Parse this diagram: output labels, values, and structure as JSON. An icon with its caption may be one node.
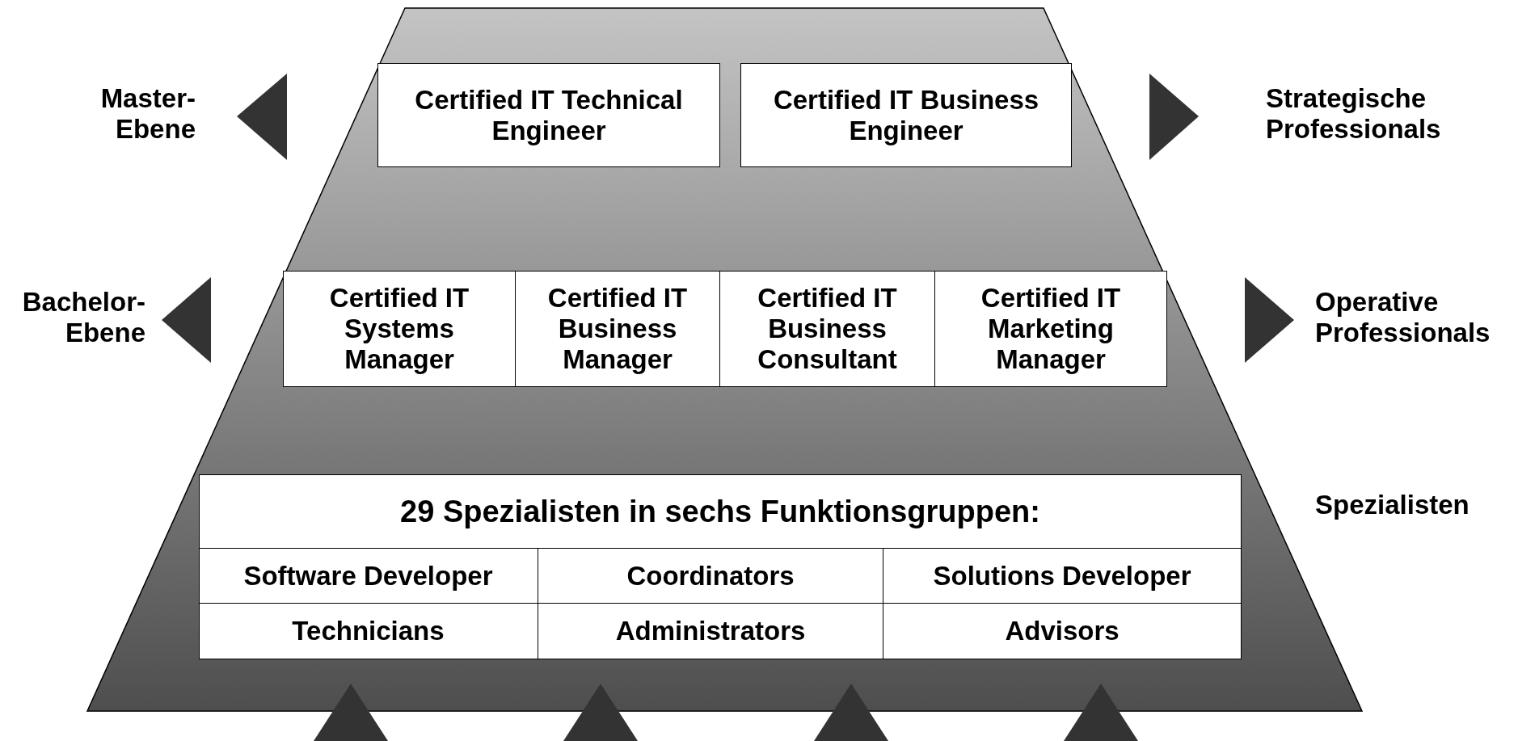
{
  "diagram": {
    "nodes": [
      {
        "text": [
          "Certified IT Technical Engineer"
        ]
      },
      {
        "text": [
          "Certified IT Business Engineer"
        ]
      },
      {
        "text": [
          "Certified IT Systems Manager"
        ]
      },
      {
        "text": [
          "Certified IT Business Manager"
        ]
      },
      {
        "text": [
          "Certified IT Business Consultant"
        ]
      },
      {
        "text": [
          "Certified IT Marketing Manager"
        ]
      },
      {
        "text": [
          "29 Spezialisten in sechs Funktionsgruppen:"
        ]
      },
      {
        "text": [
          "Software Developer"
        ],
        "in": 6
      },
      {
        "text": [
          "Coordinators"
        ],
        "in": 6
      },
      {
        "text": [
          "Solutions Developer"
        ],
        "in": 6
      },
      {
        "text": [
          "Technicians"
        ],
        "in": 6
      },
      {
        "text": [
          "Administrators"
        ],
        "in": 6
      },
      {
        "text": [
          "Advisors"
        ],
        "in": 6
      }
    ],
    "edges": [],
    "labels": [
      "Master-Ebene",
      "Strategische Professionals",
      "Bachelor-Ebene",
      "Operative Professionals",
      "Spezialisten"
    ]
  }
}
